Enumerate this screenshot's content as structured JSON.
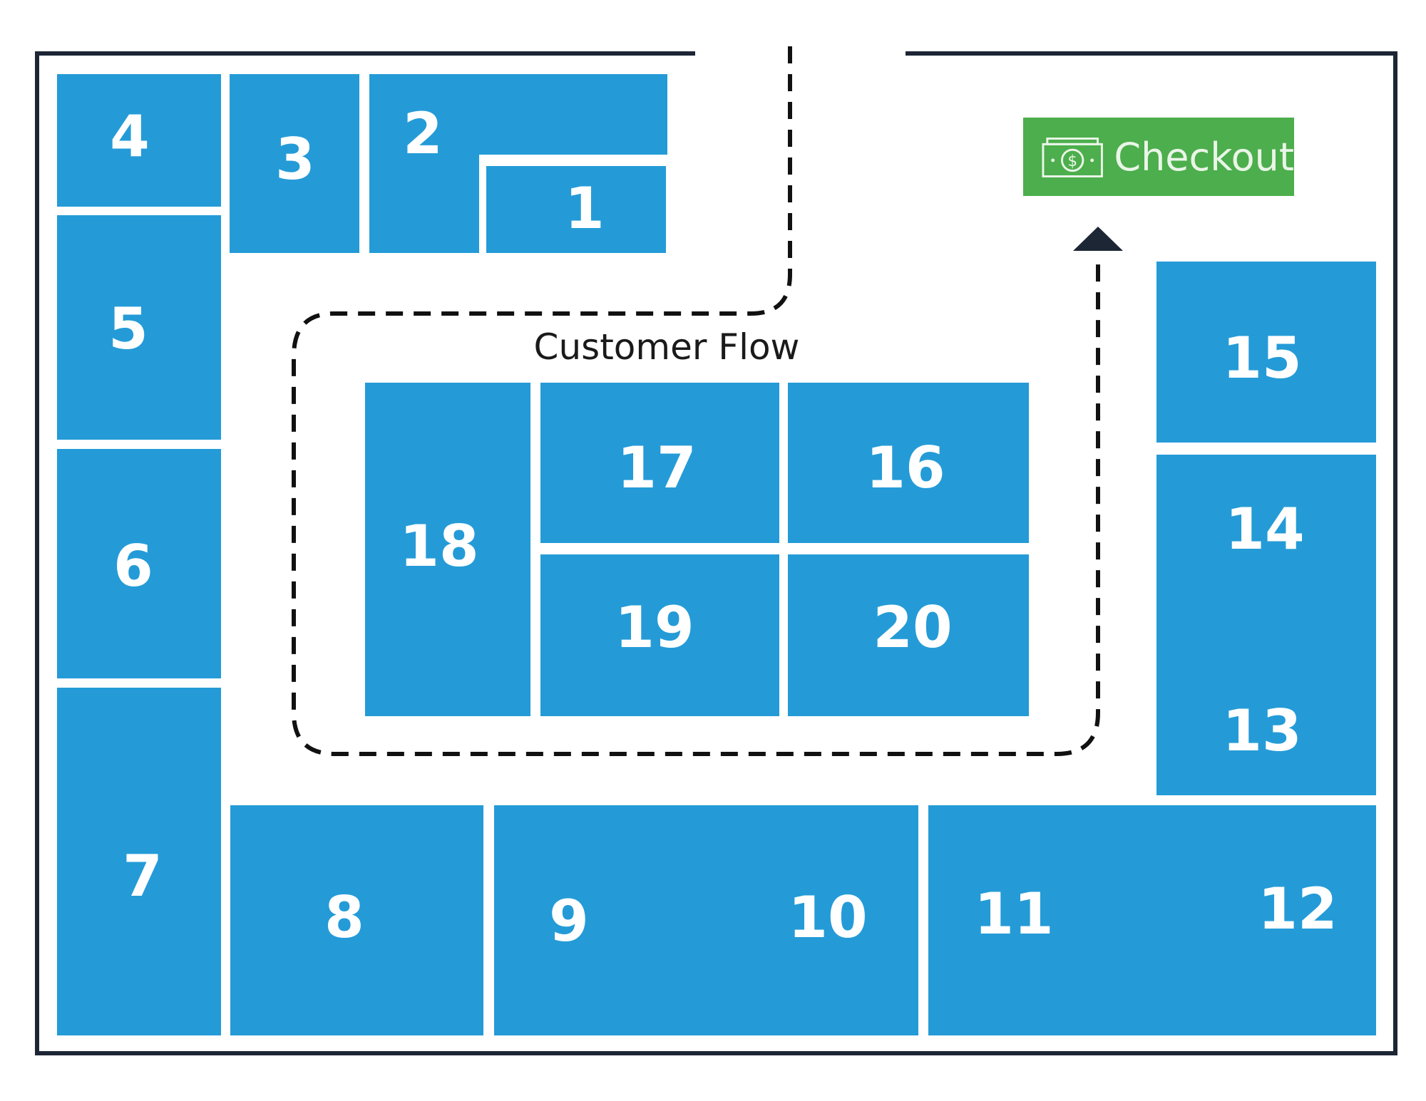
{
  "diagram": {
    "flow_label": "Customer Flow",
    "checkout_label": "Checkout",
    "colors": {
      "block": "#249bd7",
      "checkout": "#4cae4c",
      "line": "#1c2635"
    },
    "blocks": [
      {
        "label": "1"
      },
      {
        "label": "2"
      },
      {
        "label": "3"
      },
      {
        "label": "4"
      },
      {
        "label": "5"
      },
      {
        "label": "6"
      },
      {
        "label": "7"
      },
      {
        "label": "8"
      },
      {
        "label": "9"
      },
      {
        "label": "10"
      },
      {
        "label": "11"
      },
      {
        "label": "12"
      },
      {
        "label": "13"
      },
      {
        "label": "14"
      },
      {
        "label": "15"
      },
      {
        "label": "16"
      },
      {
        "label": "17"
      },
      {
        "label": "18"
      },
      {
        "label": "19"
      },
      {
        "label": "20"
      }
    ]
  }
}
